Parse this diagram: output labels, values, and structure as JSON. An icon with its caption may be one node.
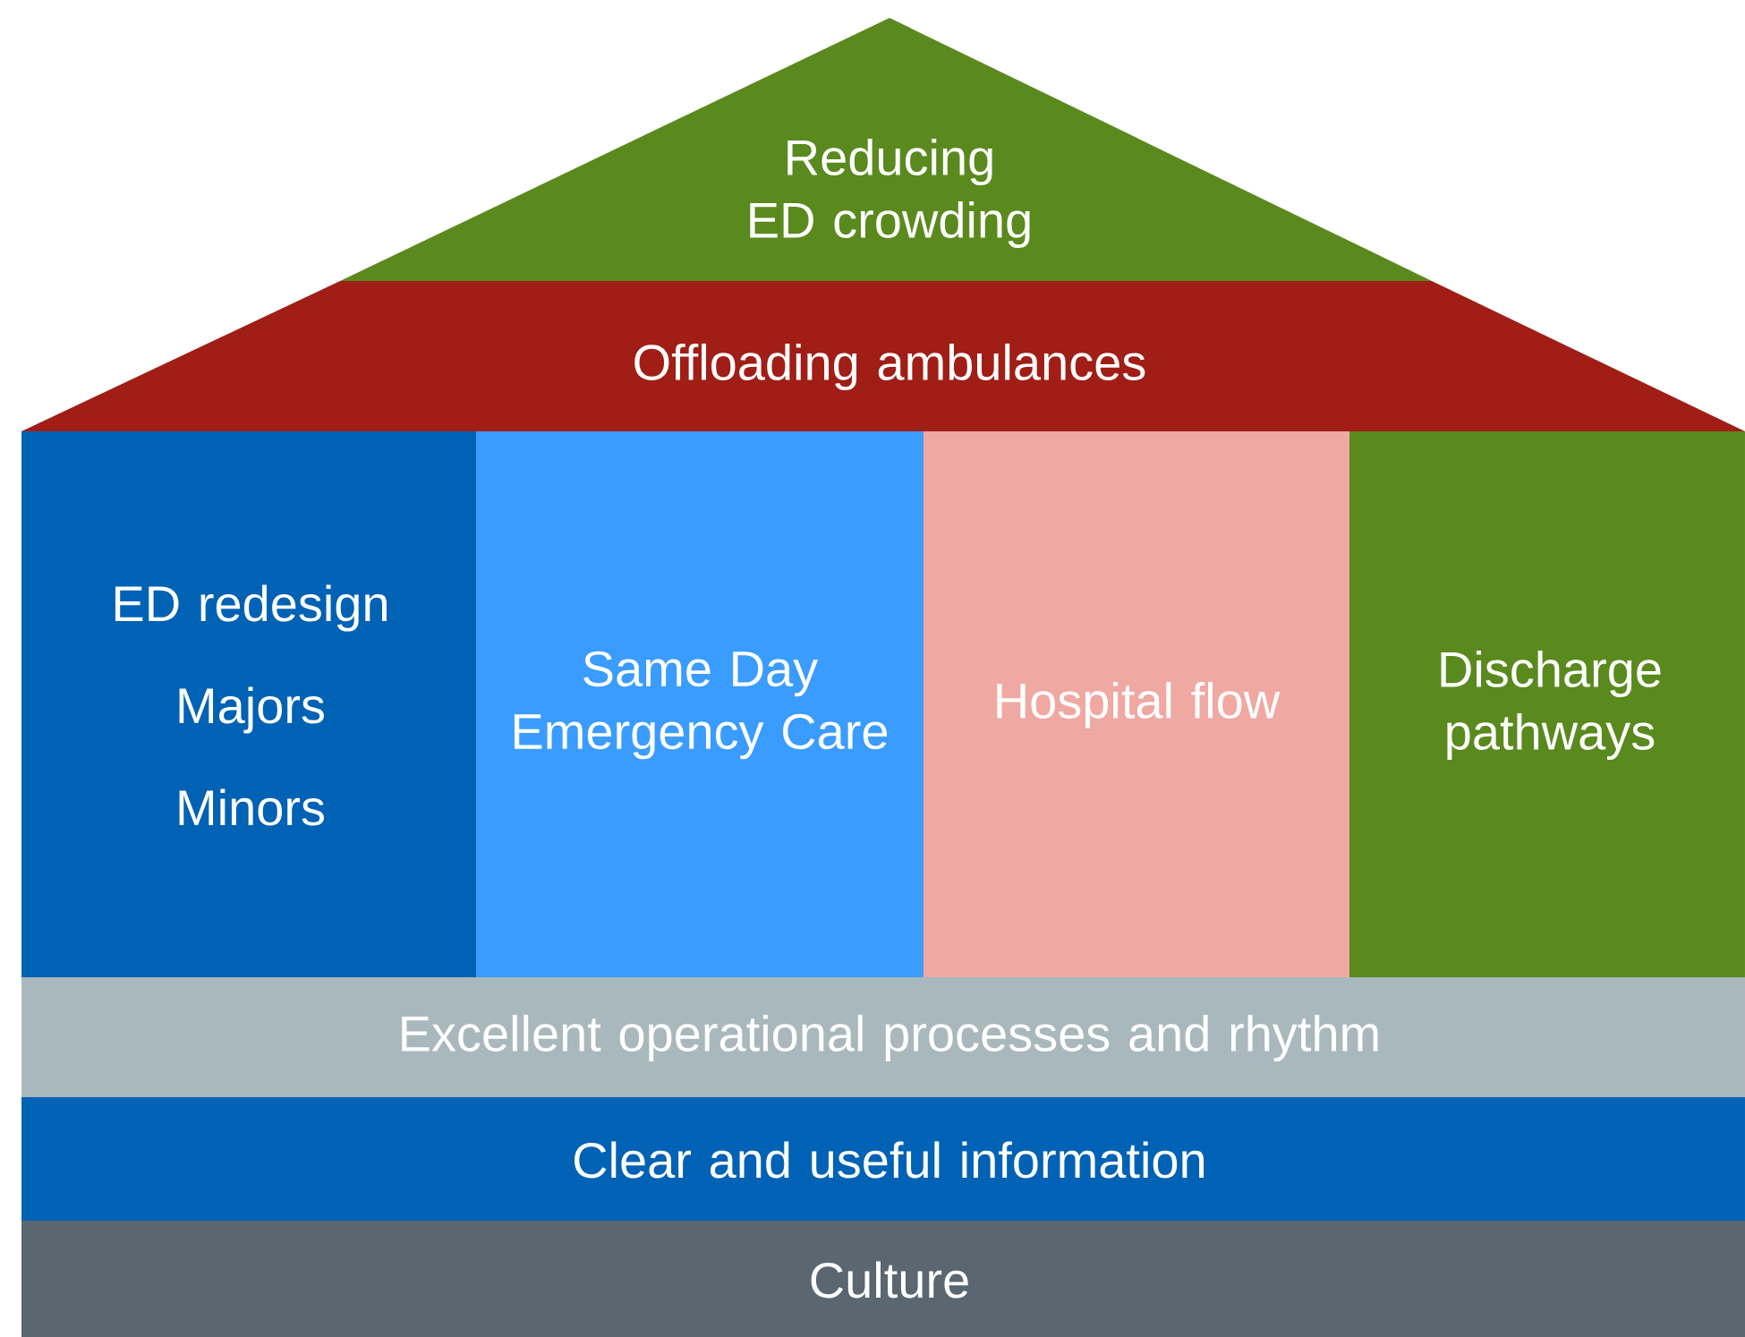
{
  "diagram": {
    "nodes": [
      {
        "text": [
          "Reducing ED crowding"
        ]
      },
      {
        "text": [
          "Offloading ambulances"
        ]
      },
      {
        "text": [
          "ED redesign",
          "Majors",
          "Minors"
        ]
      },
      {
        "text": [
          "Same Day Emergency Care"
        ]
      },
      {
        "text": [
          "Hospital flow"
        ]
      },
      {
        "text": [
          "Discharge pathways"
        ]
      },
      {
        "text": [
          "Excellent operational processes and rhythm"
        ]
      },
      {
        "text": [
          "Clear and useful information"
        ]
      },
      {
        "text": [
          "Culture"
        ]
      }
    ]
  }
}
